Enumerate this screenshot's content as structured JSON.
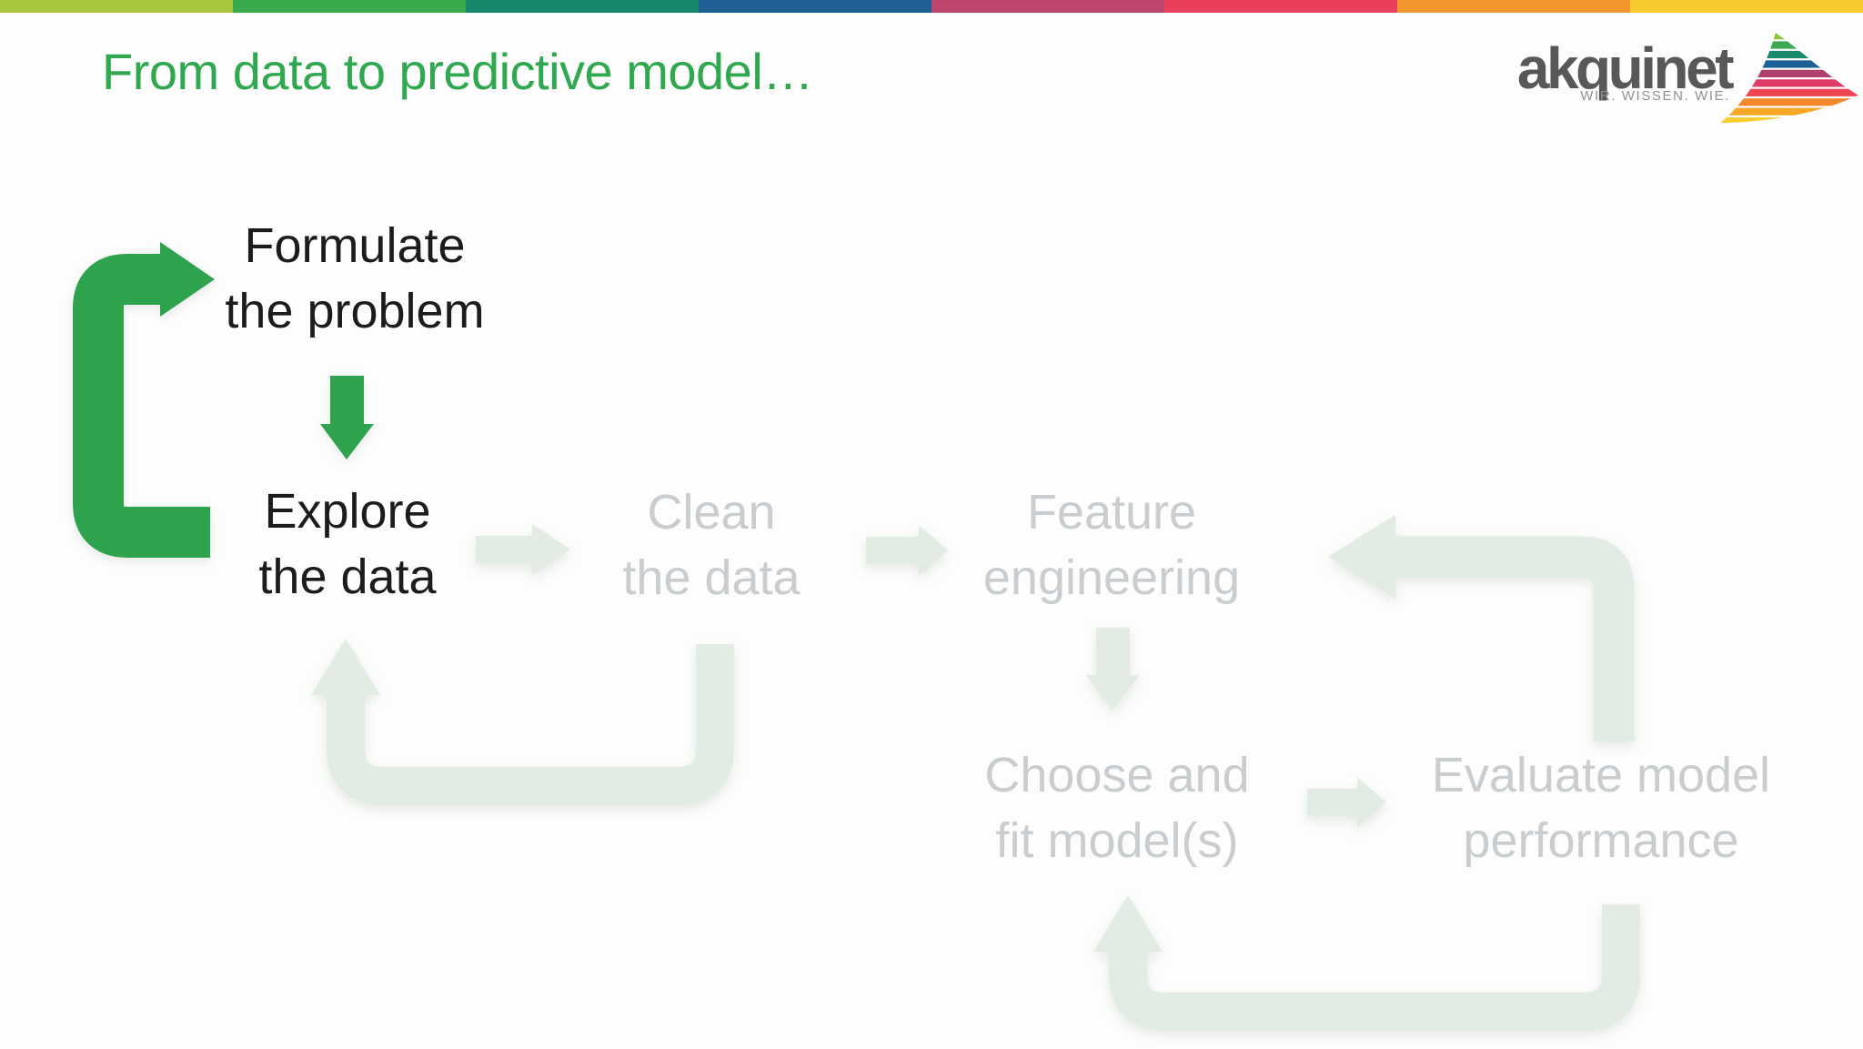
{
  "slide": {
    "title": "From data to predictive model…"
  },
  "colors": {
    "title": "#2fa84f",
    "active_arrow": "#2ea24c",
    "inactive_arrow": "#e2ece3",
    "active_text": "#1c1c1c",
    "inactive_text": "#c9cdd0",
    "background": "#fcfdfc",
    "logo_text": "#58585a",
    "logo_tagline": "#919195"
  },
  "top_bar": {
    "colors": [
      "#a8c63d",
      "#3aa94d",
      "#17866b",
      "#1e6096",
      "#c04671",
      "#e8405c",
      "#f2952b",
      "#f7cb2d"
    ]
  },
  "logo": {
    "wordmark": "akquinet",
    "tagline": "WIR. WISSEN. WIE.",
    "sail_colors": [
      "#8cc63f",
      "#3aa952",
      "#1a8a6e",
      "#1d6096",
      "#b0406e",
      "#e03a66",
      "#ef4454",
      "#f2872b",
      "#f6a928",
      "#f8cf2e"
    ]
  },
  "diagram": {
    "nodes": {
      "formulate": {
        "line1": "Formulate",
        "line2": "the problem",
        "state": "active"
      },
      "explore": {
        "line1": "Explore",
        "line2": "the data",
        "state": "active"
      },
      "clean": {
        "line1": "Clean",
        "line2": "the data",
        "state": "inactive"
      },
      "feature": {
        "line1": "Feature",
        "line2": "engineering",
        "state": "inactive"
      },
      "choose": {
        "line1": "Choose and",
        "line2": "fit model(s)",
        "state": "inactive"
      },
      "evaluate": {
        "line1": "Evaluate model",
        "line2": "performance",
        "state": "inactive"
      }
    },
    "arrows": [
      {
        "from": "explore",
        "to": "formulate",
        "type": "loop-back",
        "state": "active"
      },
      {
        "from": "formulate",
        "to": "explore",
        "type": "down",
        "state": "active"
      },
      {
        "from": "explore",
        "to": "clean",
        "type": "right",
        "state": "inactive"
      },
      {
        "from": "clean",
        "to": "explore",
        "type": "loop-back",
        "state": "inactive"
      },
      {
        "from": "clean",
        "to": "feature",
        "type": "right",
        "state": "inactive"
      },
      {
        "from": "feature",
        "to": "choose",
        "type": "down",
        "state": "inactive"
      },
      {
        "from": "choose",
        "to": "evaluate",
        "type": "right",
        "state": "inactive"
      },
      {
        "from": "evaluate",
        "to": "choose",
        "type": "loop-back",
        "state": "inactive"
      },
      {
        "from": "evaluate",
        "to": "feature",
        "type": "loop-back",
        "state": "inactive"
      }
    ]
  }
}
